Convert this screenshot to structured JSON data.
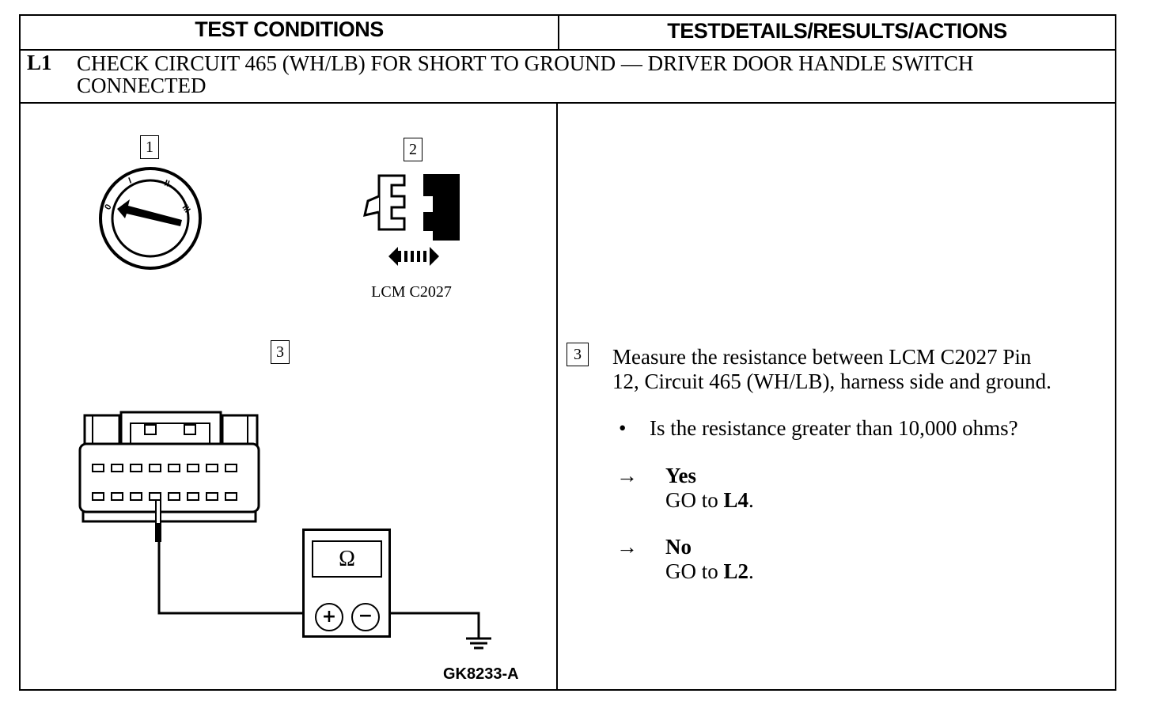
{
  "header": {
    "left": "TEST CONDITIONS",
    "right": "TESTDETAILS/RESULTS/ACTIONS"
  },
  "step": {
    "id": "L1",
    "title_line1": "CHECK CIRCUIT 465 (WH/LB) FOR SHORT TO GROUND — DRIVER DOOR HANDLE SWITCH",
    "title_line2": "CONNECTED"
  },
  "figure": {
    "callouts": [
      "1",
      "2",
      "3"
    ],
    "connector_label": "LCM C2027",
    "meter_symbol": "Ω",
    "plus_symbol": "+",
    "minus_symbol": "−",
    "figure_id": "GK8233-A",
    "icons": [
      "ignition-switch-off-icon",
      "disconnect-connector-icon",
      "ohmmeter-icon",
      "ground-symbol-icon"
    ]
  },
  "details": {
    "callout": "3",
    "instruction_line1": "Measure the resistance between LCM C2027 Pin",
    "instruction_line2": "12, Circuit 465 (WH/LB), harness side and ground.",
    "bullet": "•",
    "question": "Is the resistance greater than 10,000 ohms?",
    "arrow": "→",
    "yes_label": "Yes",
    "yes_action_prefix": "GO to ",
    "yes_target": "L4",
    "no_label": "No",
    "no_action_prefix": "GO to ",
    "no_target": "L2",
    "period": "."
  }
}
